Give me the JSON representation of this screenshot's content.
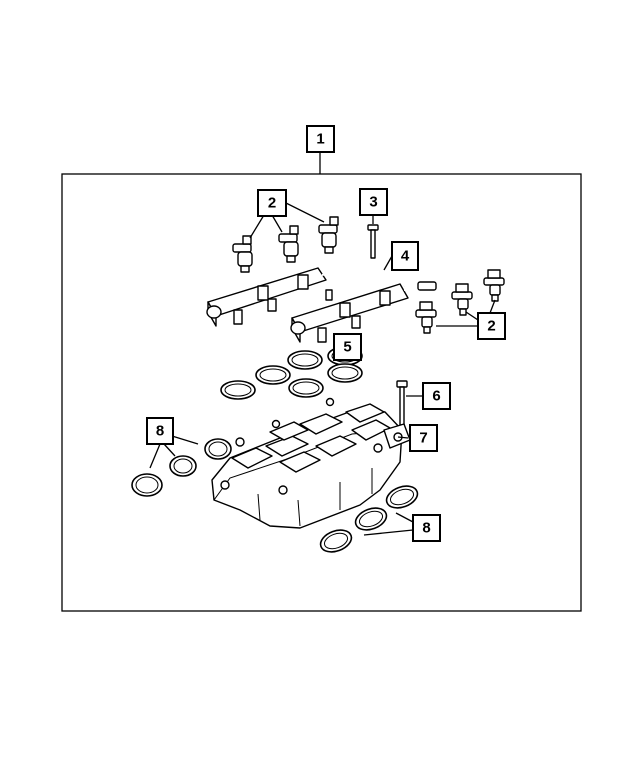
{
  "callouts": [
    {
      "id": "c1",
      "label": "1"
    },
    {
      "id": "c2a",
      "label": "2"
    },
    {
      "id": "c2b",
      "label": "2"
    },
    {
      "id": "c3",
      "label": "3"
    },
    {
      "id": "c4",
      "label": "4"
    },
    {
      "id": "c5",
      "label": "5"
    },
    {
      "id": "c6",
      "label": "6"
    },
    {
      "id": "c7",
      "label": "7"
    },
    {
      "id": "c8a",
      "label": "8"
    },
    {
      "id": "c8b",
      "label": "8"
    }
  ]
}
